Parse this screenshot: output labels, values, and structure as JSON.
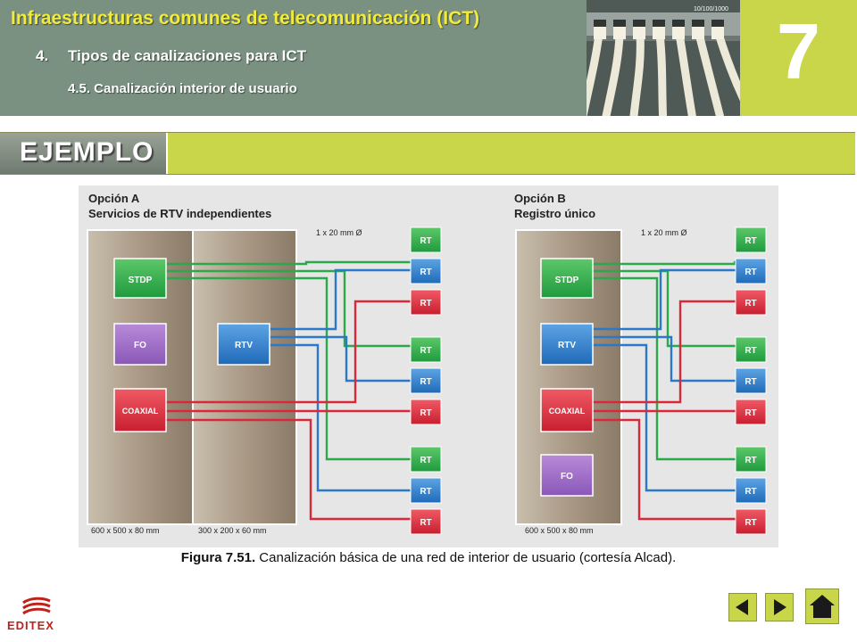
{
  "header": {
    "title": "Infraestructuras comunes de telecomunicación (ICT)",
    "section_number": "4.",
    "section_title": "Tipos de canalizaciones para ICT",
    "subsection": "4.5. Canalización interior de usuario",
    "chapter_number": "7",
    "photo_label": "10/100/1000"
  },
  "banner": {
    "label": "EJEMPLO"
  },
  "figure": {
    "optionA": {
      "title": "Opción A",
      "subtitle": "Servicios de RTV independientes",
      "conduit": "1 x 20 mm Ø",
      "dim_left": "600 x 500 x 80 mm",
      "dim_right": "300 x 200 x 60 mm",
      "boxes": {
        "stdp": "STDP",
        "fo": "FO",
        "rtv": "RTV",
        "coaxial": "COAXIAL"
      }
    },
    "optionB": {
      "title": "Opción B",
      "subtitle": "Registro único",
      "conduit": "1 x 20 mm Ø",
      "dim": "600 x 500 x 80 mm",
      "boxes": {
        "stdp": "STDP",
        "rtv": "RTV",
        "coaxial": "COAXIAL",
        "fo": "FO"
      }
    },
    "rt_label": "RT",
    "colors": {
      "green": "#2aa84a",
      "blue": "#2a78c8",
      "red": "#d8283a",
      "purple": "#9a6ac4"
    }
  },
  "caption": {
    "label": "Figura 7.51.",
    "text": "Canalización básica de una red de interior de usuario (cortesía Alcad)."
  },
  "footer": {
    "logo_text": "EDITEX"
  }
}
